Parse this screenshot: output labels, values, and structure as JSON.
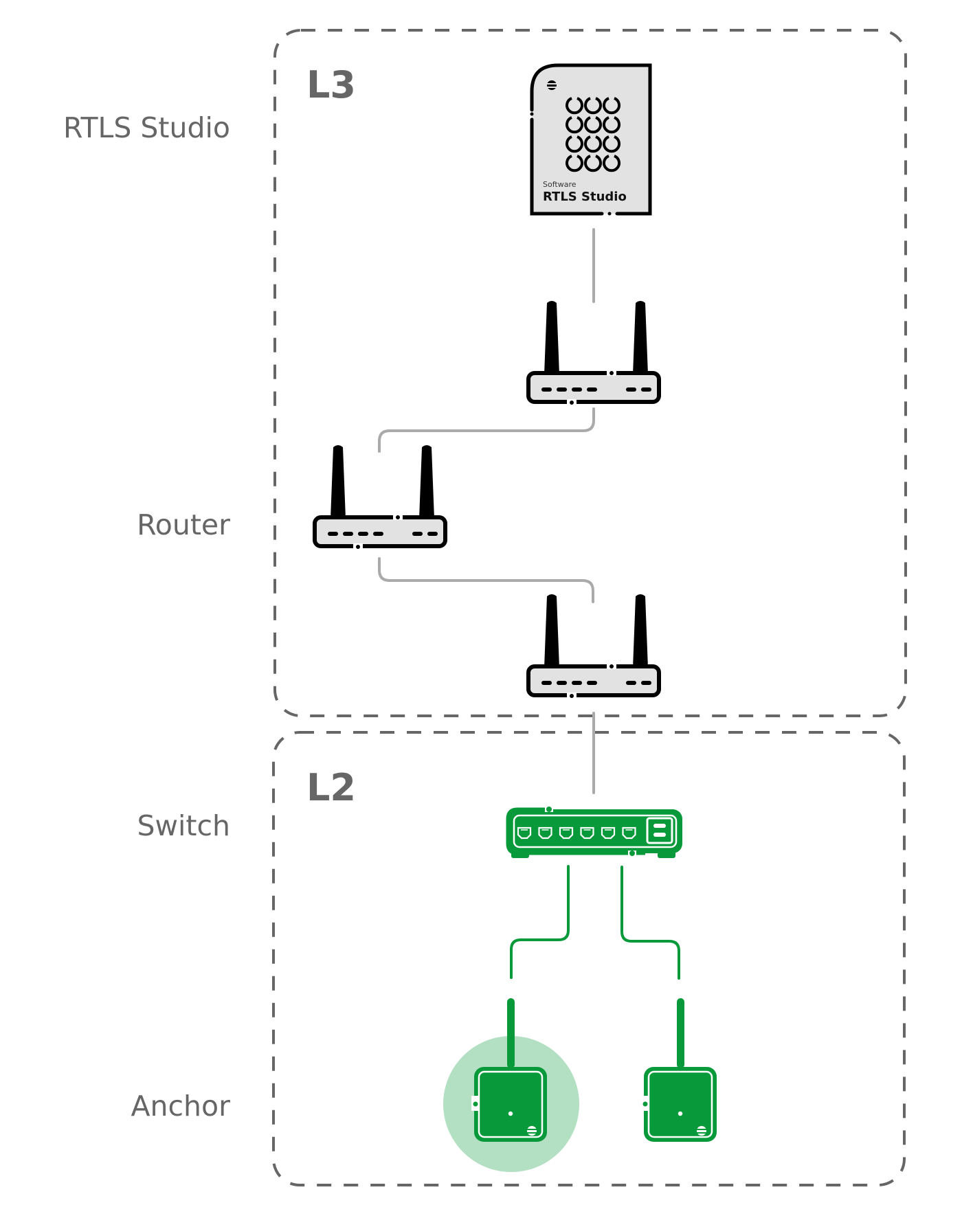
{
  "row_labels": {
    "rtls_studio": "RTLS Studio",
    "router": "Router",
    "switch": "Switch",
    "anchor": "Anchor"
  },
  "layers": {
    "l3": "L3",
    "l2": "L2"
  },
  "software_card": {
    "caption": "Software",
    "title": "RTLS Studio"
  },
  "colors": {
    "dashed_border": "#666666",
    "label_text": "#666666",
    "wire_gray": "#aaaaaa",
    "device_black": "#000000",
    "device_fill": "#e2e2e2",
    "accent_green": "#089a3a",
    "highlight_green": "#b3e0c3"
  },
  "nodes": [
    {
      "id": "rtls-studio",
      "type": "software",
      "layer": "L3"
    },
    {
      "id": "router-1",
      "type": "router",
      "layer": "L3"
    },
    {
      "id": "router-2",
      "type": "router",
      "layer": "L3"
    },
    {
      "id": "router-3",
      "type": "router",
      "layer": "L3"
    },
    {
      "id": "switch-1",
      "type": "switch",
      "layer": "L2"
    },
    {
      "id": "anchor-1",
      "type": "anchor",
      "layer": "L2",
      "highlighted": true
    },
    {
      "id": "anchor-2",
      "type": "anchor",
      "layer": "L2",
      "highlighted": false
    }
  ],
  "edges": [
    {
      "from": "rtls-studio",
      "to": "router-1"
    },
    {
      "from": "router-1",
      "to": "router-2"
    },
    {
      "from": "router-2",
      "to": "router-3"
    },
    {
      "from": "router-3",
      "to": "switch-1"
    },
    {
      "from": "switch-1",
      "to": "anchor-1"
    },
    {
      "from": "switch-1",
      "to": "anchor-2"
    }
  ]
}
